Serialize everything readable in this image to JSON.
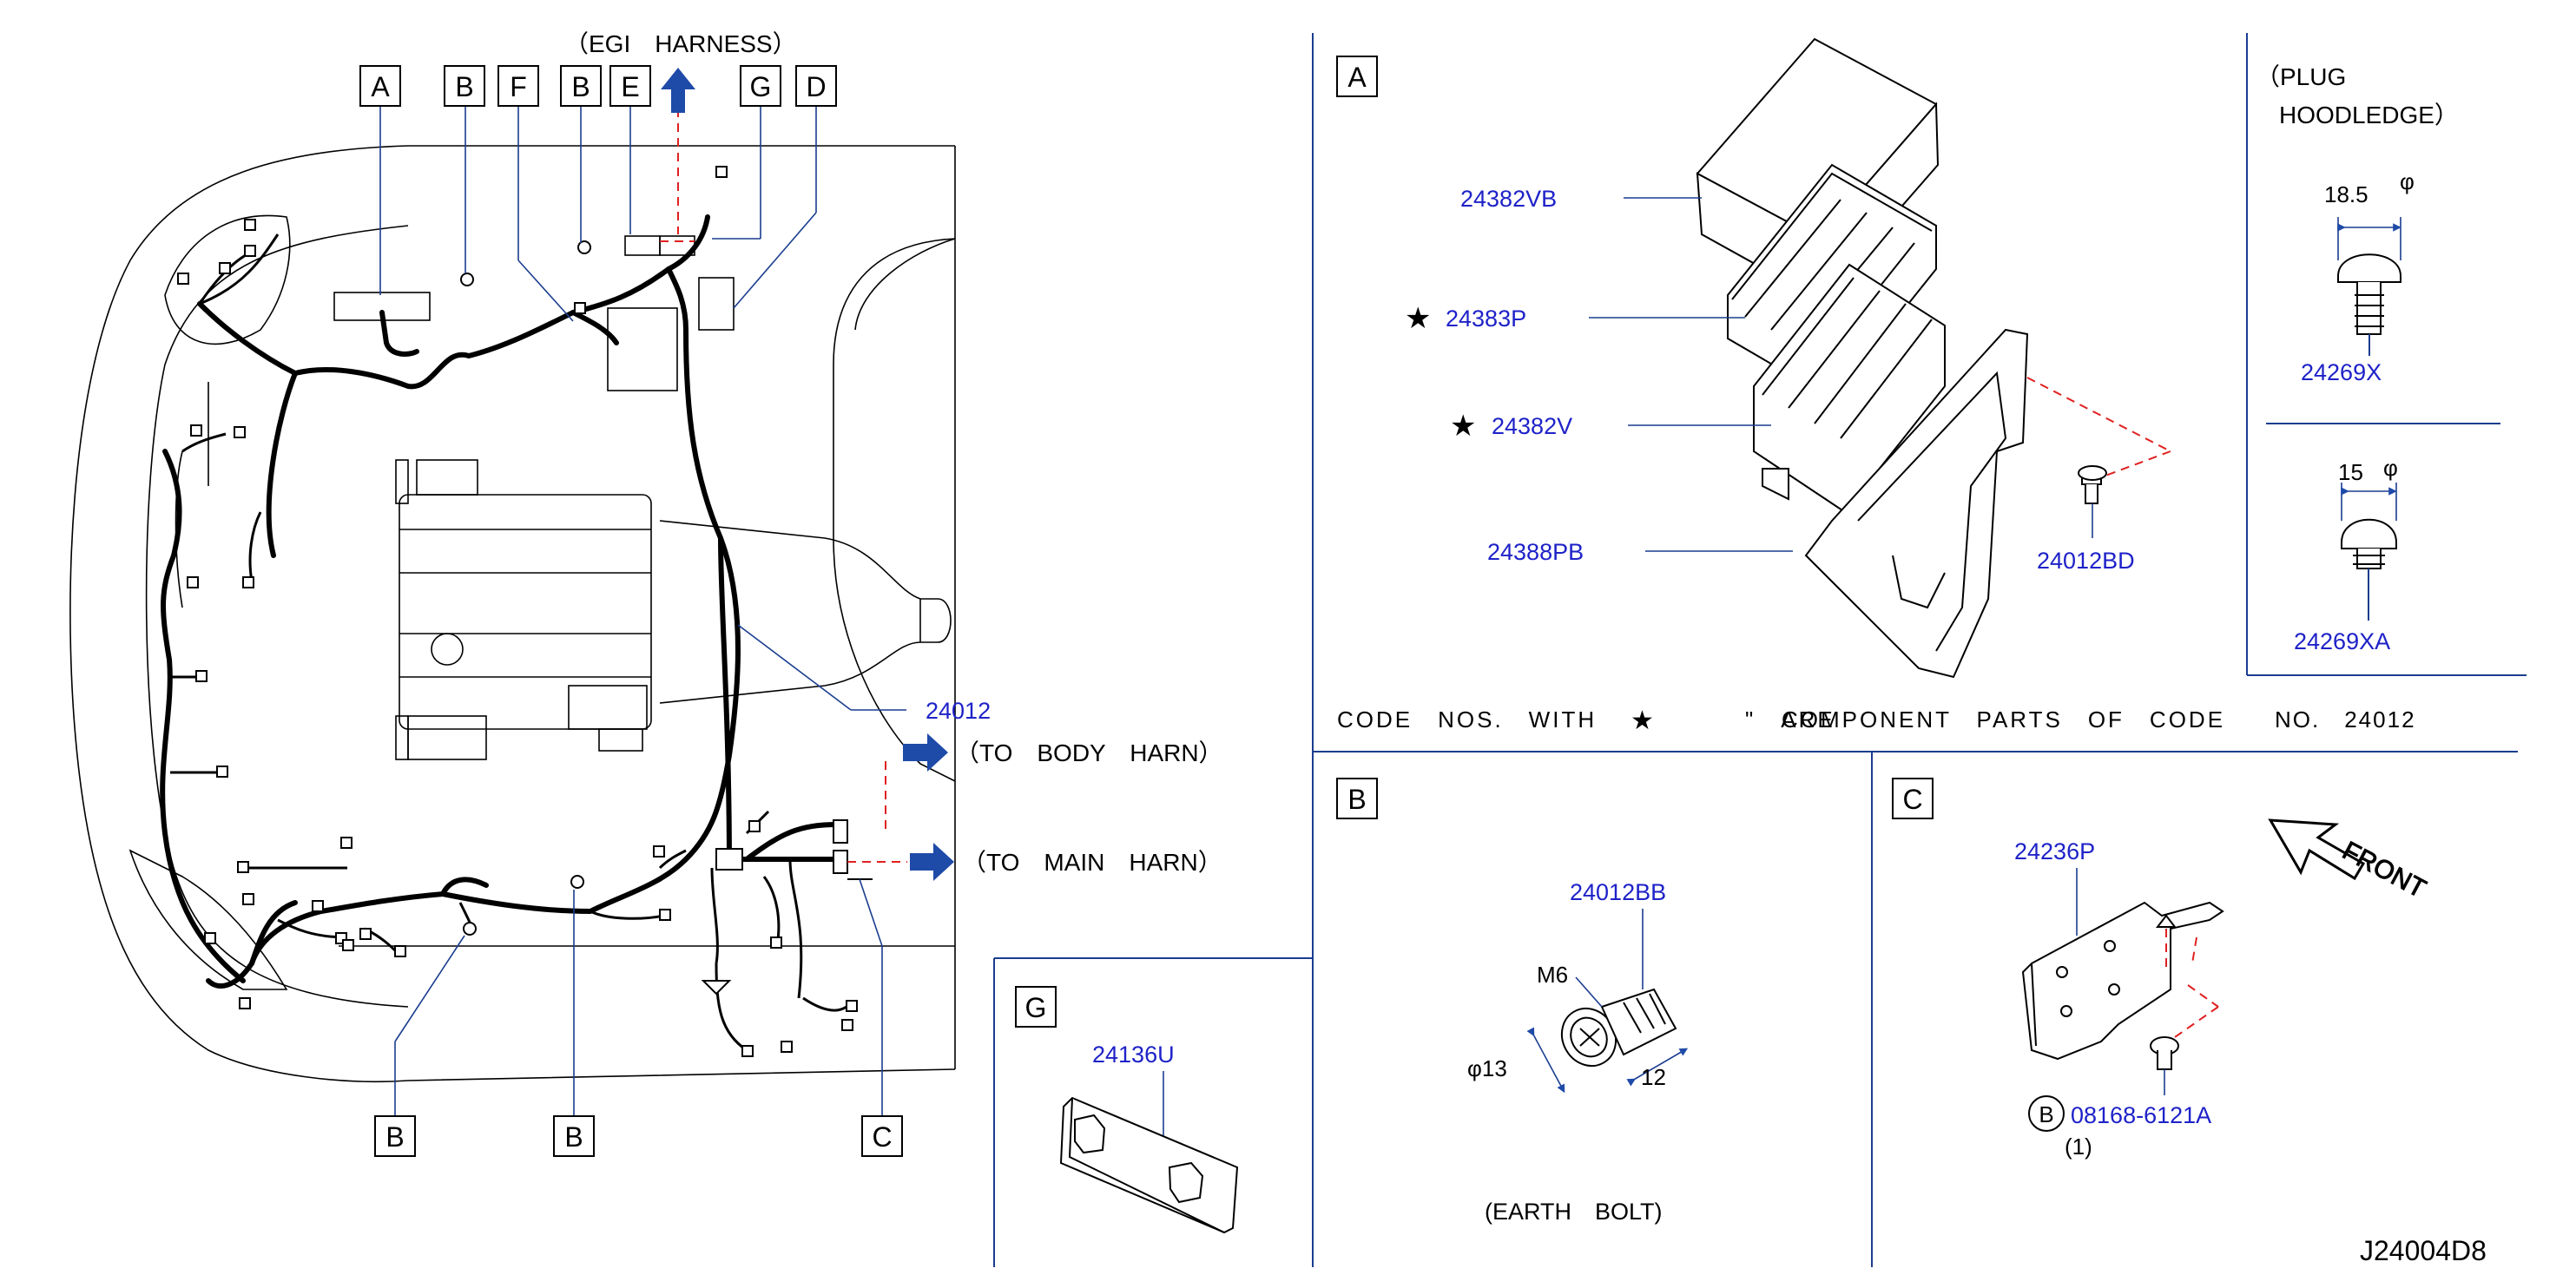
{
  "harness_view": {
    "egi_label": "（EGI　HARNESS）",
    "top_callouts": [
      "A",
      "B",
      "F",
      "B",
      "E",
      "G",
      "D"
    ],
    "bottom_callouts": [
      "B",
      "B",
      "C"
    ],
    "part_number": "24012",
    "to_body": "（TO　BODY　HARN）",
    "to_main": "（TO　MAIN　HARN）"
  },
  "section_a": {
    "tag": "A",
    "parts": [
      "24382VB",
      "24383P",
      "24382V",
      "24388PB",
      "24012BD"
    ],
    "star": "★"
  },
  "plug": {
    "title_line1": "（PLUG",
    "title_line2": "HOODLEDGE）",
    "dim1": "18.5",
    "dim2": "15",
    "phi": "φ",
    "part1": "24269X",
    "part2": "24269XA"
  },
  "code_note": {
    "part1": "CODE　NOS.　WITH",
    "star": "★",
    "part2": "\"　ARE",
    "part3": "COMPONENT　PARTS　OF　CODE",
    "part4": "NO.　24012"
  },
  "section_b": {
    "tag": "B",
    "part": "24012BB",
    "m": "M6",
    "dia": "φ13",
    "len": "12",
    "caption": "(EARTH　BOLT)"
  },
  "section_c": {
    "tag": "C",
    "part1": "24236P",
    "circle_tag": "B",
    "part2": "08168-6121A",
    "qty": "(1)",
    "front": "FRONT"
  },
  "section_g": {
    "tag": "G",
    "part": "24136U"
  },
  "diagram_id": "J24004D8"
}
